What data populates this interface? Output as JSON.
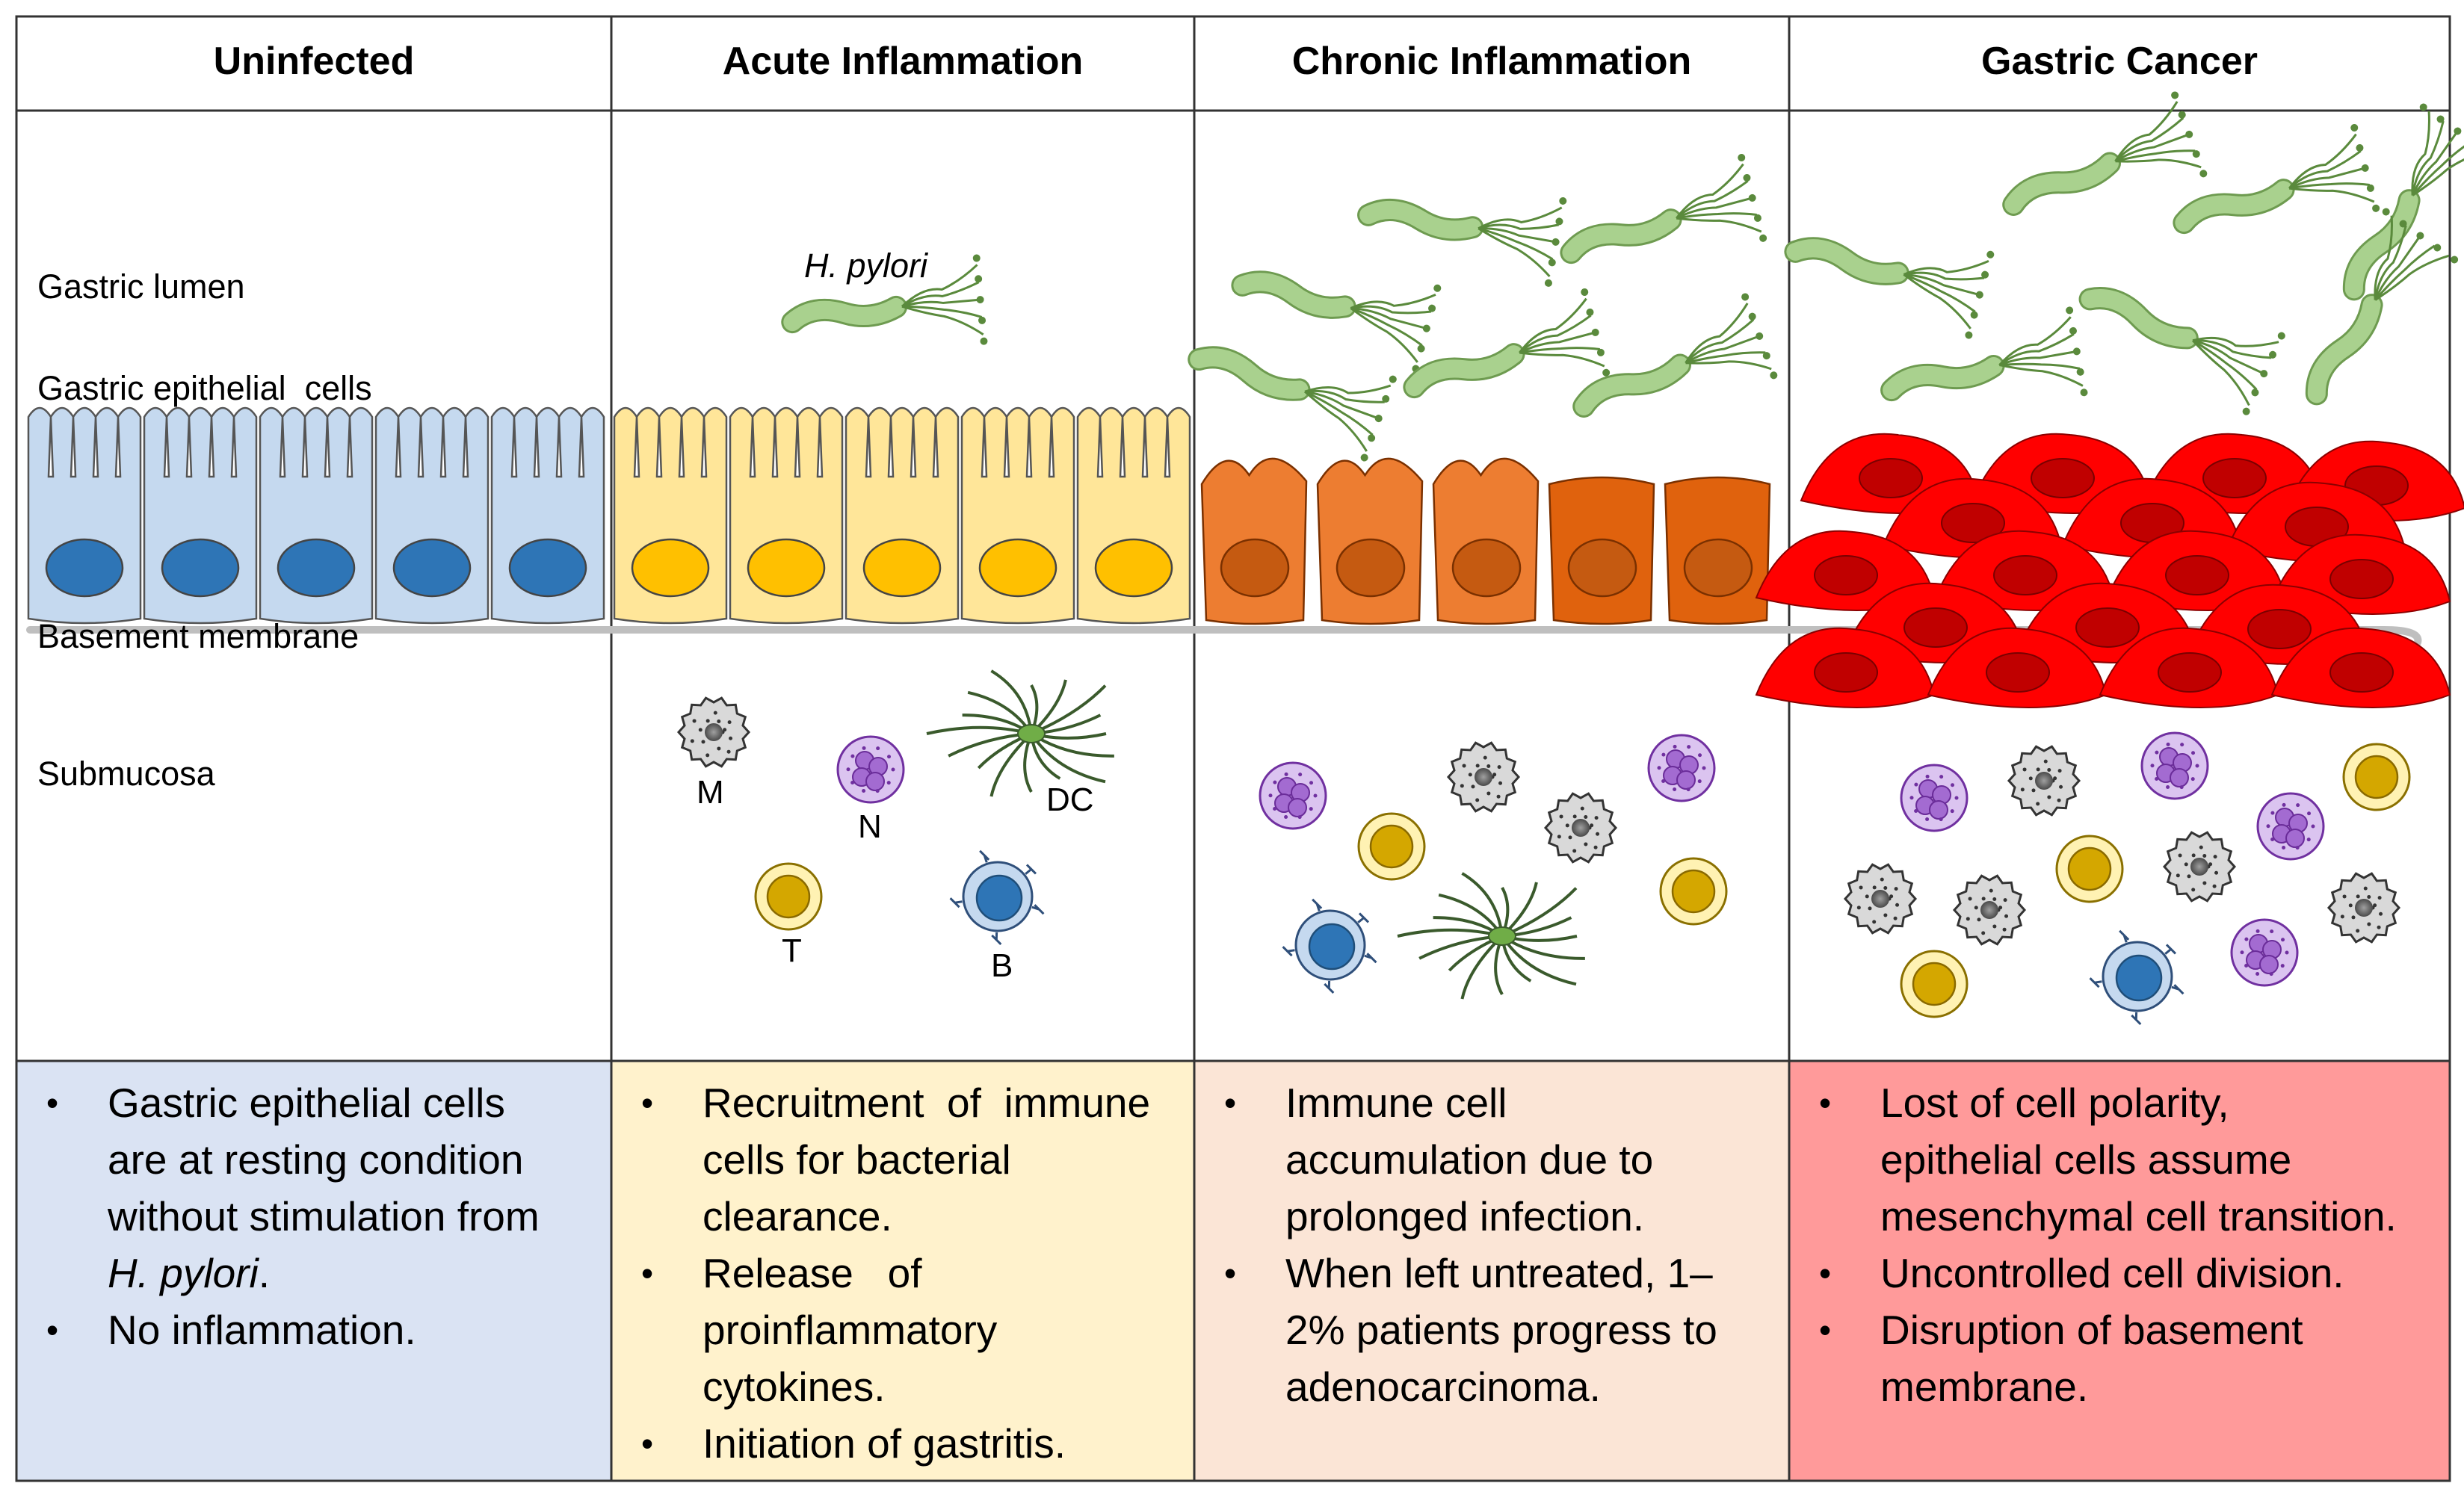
{
  "headers": [
    "Uninfected",
    "Acute Inflammation",
    "Chronic Inflammation",
    "Gastric Cancer"
  ],
  "layer_labels": {
    "lumen": "Gastric lumen",
    "epithelial": "Gastric epithelial  cells",
    "basement": "Basement membrane",
    "submucosa": "Submucosa"
  },
  "bacteria_label": "H. pylori",
  "cell_labels": {
    "macrophage": "M",
    "neutrophil": "N",
    "dendritic": "DC",
    "t_cell": "T",
    "b_cell": "B"
  },
  "descriptions": {
    "uninfected": {
      "b1_lines": [
        "Gastric epithelial cells",
        "are at resting condition",
        "without stimulation from"
      ],
      "b1_italic": "H. pylori",
      "b1_end": ".",
      "b2": "No inflammation."
    },
    "acute": {
      "b1_lines": [
        "Recruitment  of  immune",
        "cells for bacterial",
        "clearance."
      ],
      "b2_lines": [
        "Release   of",
        "proinflammatory",
        "cytokines."
      ],
      "b3": "Initiation of gastritis."
    },
    "chronic": {
      "b1_lines": [
        "Immune cell",
        "accumulation due to",
        "prolonged infection."
      ],
      "b2_lines": [
        "When left untreated, 1–",
        "2% patients progress to",
        "adenocarcinoma."
      ]
    },
    "cancer": {
      "b1_lines": [
        "Lost of cell polarity,",
        "epithelial cells assume",
        "mesenchymal cell transition."
      ],
      "b2": "Uncontrolled cell division.",
      "b3_lines": [
        "Disruption of basement",
        "membrane."
      ]
    }
  },
  "colors": {
    "uninfected_cell": "#c5d9ef",
    "uninfected_nucleus": "#2e75b6",
    "uninfected_bg": "#dae3f3",
    "acute_cell": "#ffe699",
    "acute_nucleus": "#ffc000",
    "acute_bg": "#fff2cc",
    "chronic_cell_light": "#ed7d31",
    "chronic_cell_dark": "#e0620d",
    "chronic_nucleus": "#c55a11",
    "chronic_bg": "#fbe5d6",
    "cancer_cell": "#ff0000",
    "cancer_nucleus": "#c00000",
    "cancer_bg": "#ff9a9a",
    "bacteria": "#a9d18e",
    "membrane": "#bfbfbf"
  }
}
